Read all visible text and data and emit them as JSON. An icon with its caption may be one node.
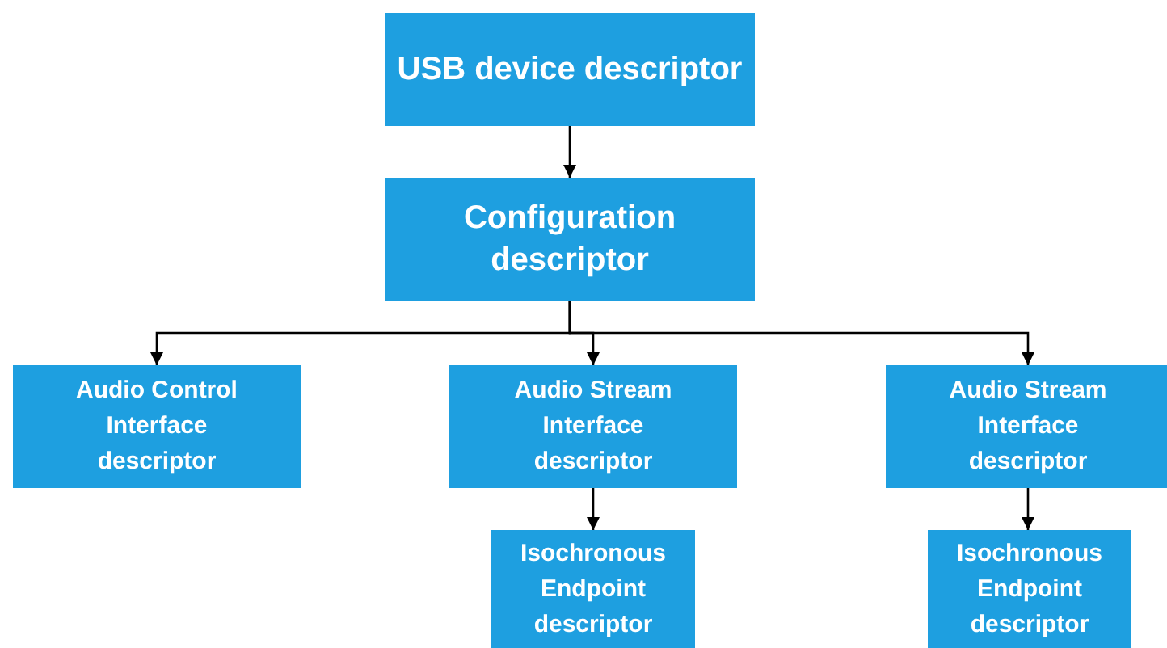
{
  "diagram": {
    "nodes": [
      {
        "text": [
          "USB device descriptor"
        ]
      },
      {
        "text": [
          "Configuration descriptor"
        ]
      },
      {
        "text": [
          "Audio Control Interface descriptor"
        ]
      },
      {
        "text": [
          "Audio Stream Interface descriptor"
        ]
      },
      {
        "text": [
          "Isochronous Endpoint descriptor"
        ]
      },
      {
        "text": [
          "Audio Stream Interface descriptor"
        ]
      },
      {
        "text": [
          "Isochronous Endpoint descriptor"
        ]
      }
    ],
    "edges": [
      {
        "from": 0,
        "to": 1,
        "arrow": "to"
      },
      {
        "from": 1,
        "to": 2,
        "arrow": "to"
      },
      {
        "from": 1,
        "to": 3,
        "arrow": "to"
      },
      {
        "from": 1,
        "to": 5,
        "arrow": "to"
      },
      {
        "from": 3,
        "to": 4,
        "arrow": "to"
      },
      {
        "from": 5,
        "to": 6,
        "arrow": "to"
      }
    ]
  }
}
